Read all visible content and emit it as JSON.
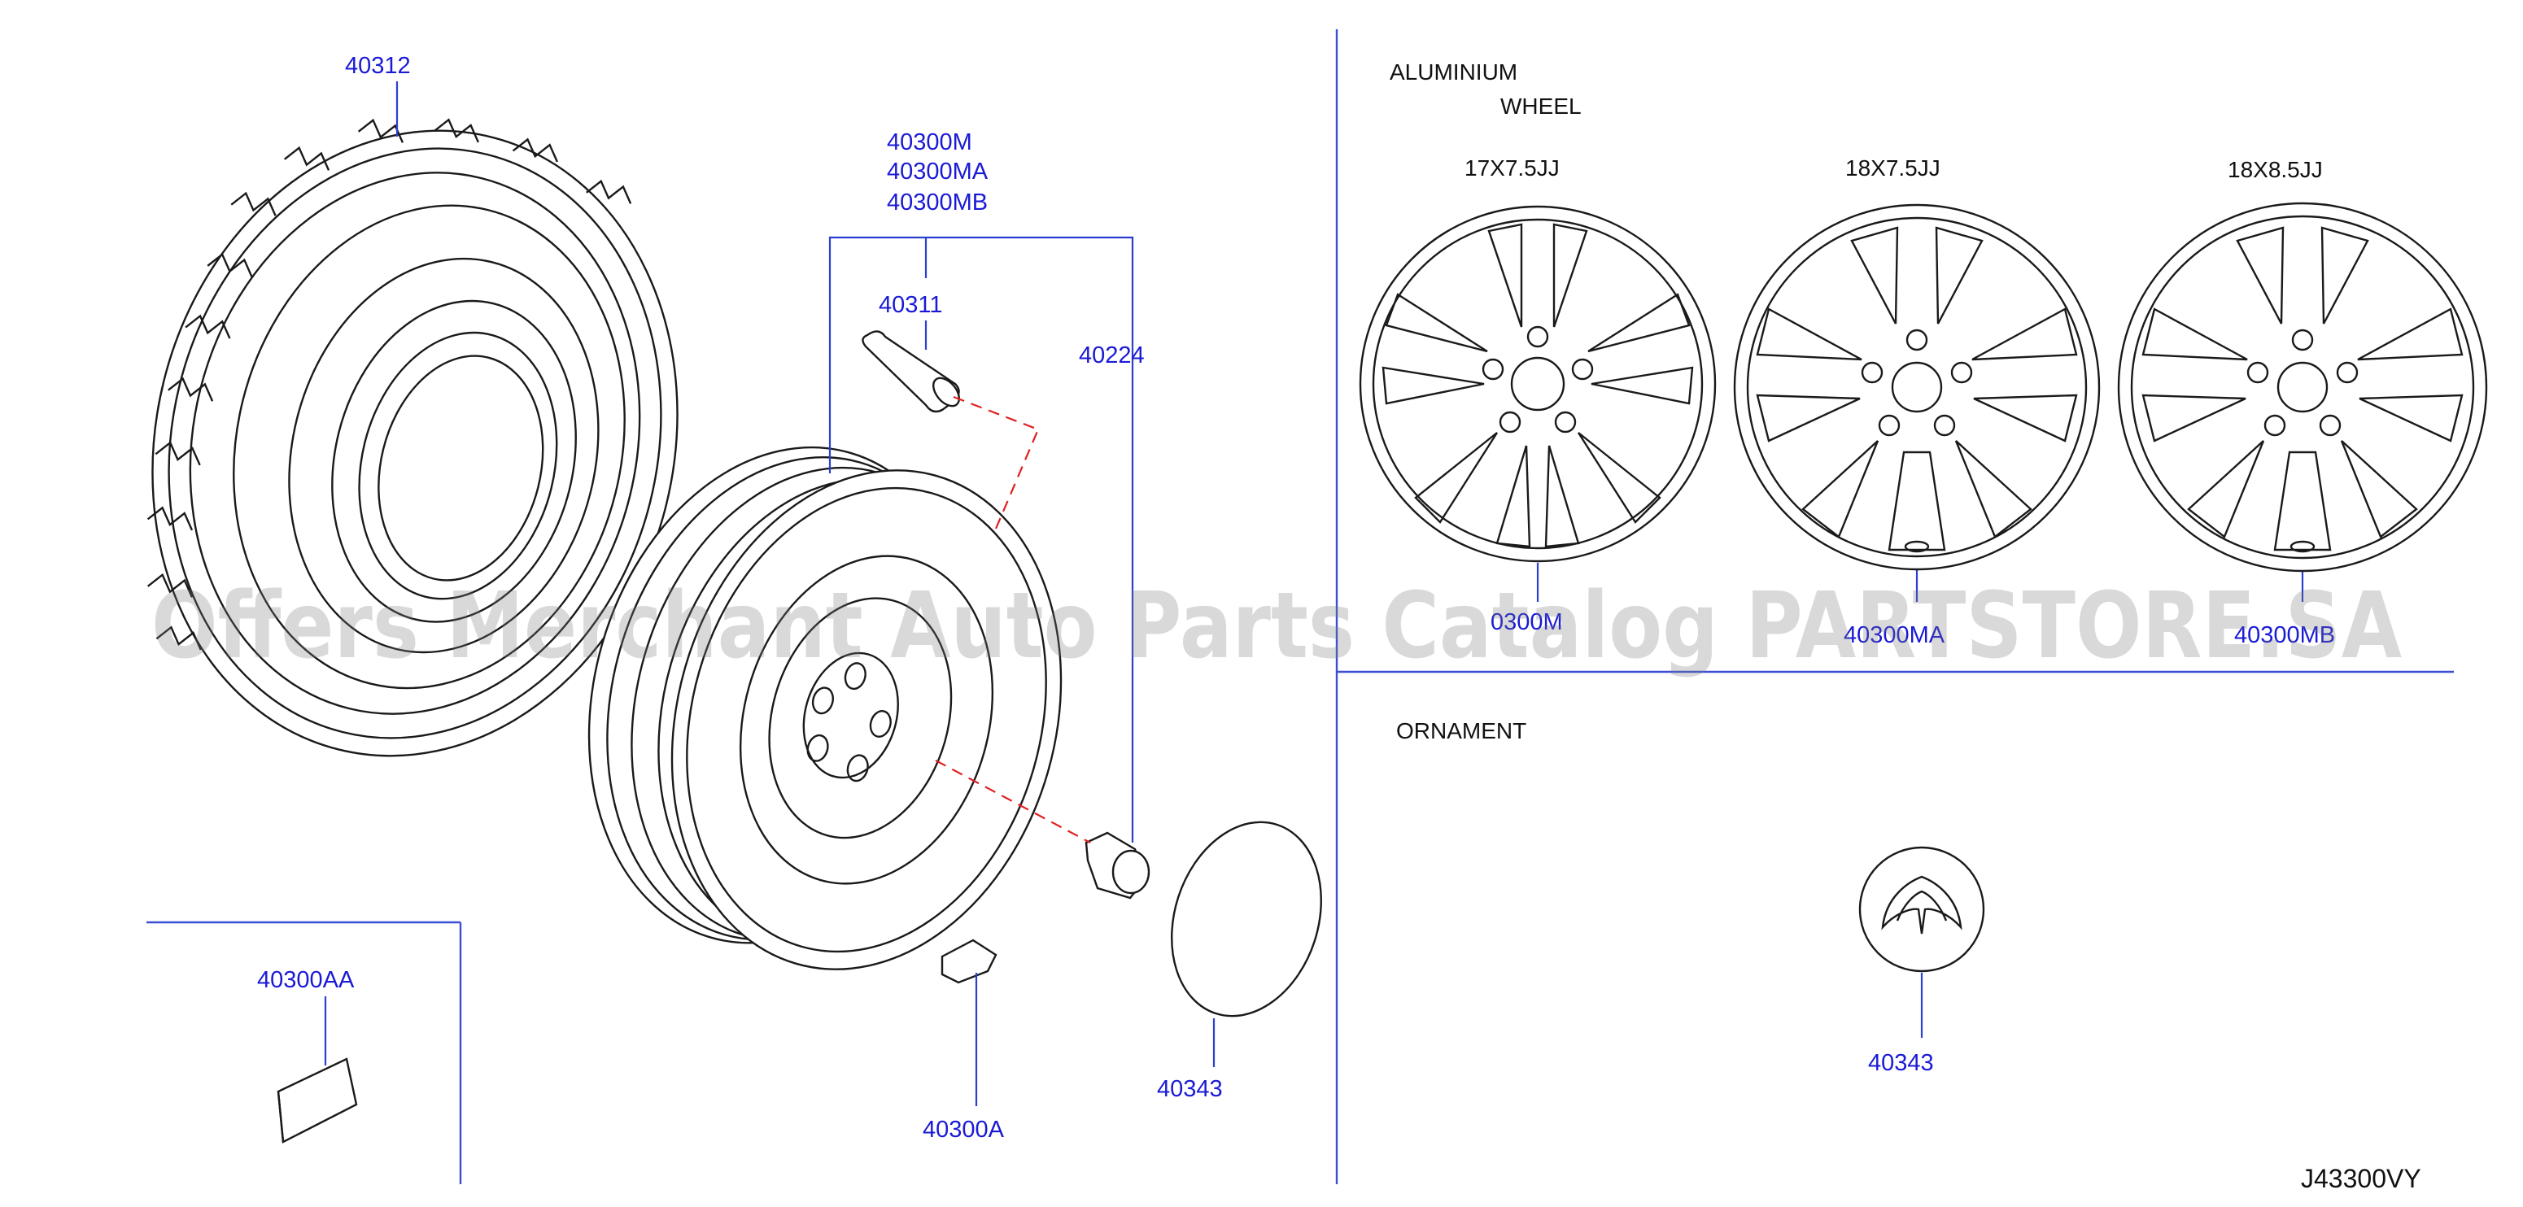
{
  "sections": {
    "aluminium_title_line1": "ALUMINIUM",
    "aluminium_title_line2": "WHEEL",
    "ornament_title": "ORNAMENT"
  },
  "wheel_sizes": [
    "17X7.5JJ",
    "18X7.5JJ",
    "18X8.5JJ"
  ],
  "callouts": {
    "tire": "40312",
    "wheel_assy_1": "40300M",
    "wheel_assy_2": "40300MA",
    "wheel_assy_3": "40300MB",
    "valve": "40311",
    "nut": "40224",
    "weight_aa": "40300AA",
    "weight_a": "40300A",
    "cap": "40343",
    "alloy_1": "0300M",
    "alloy_2": "40300MA",
    "alloy_3": "40300MB",
    "ornament": "40343"
  },
  "diagram_code": "J43300VY",
  "watermark": "Offers Merchant Auto Parts Catalog PARTSTORE.SA",
  "colors": {
    "callout_text": "#1a1ad6",
    "leader_line": "#2a3fd0",
    "dashed_line": "#e02020",
    "line_art": "#1a1a1a"
  }
}
